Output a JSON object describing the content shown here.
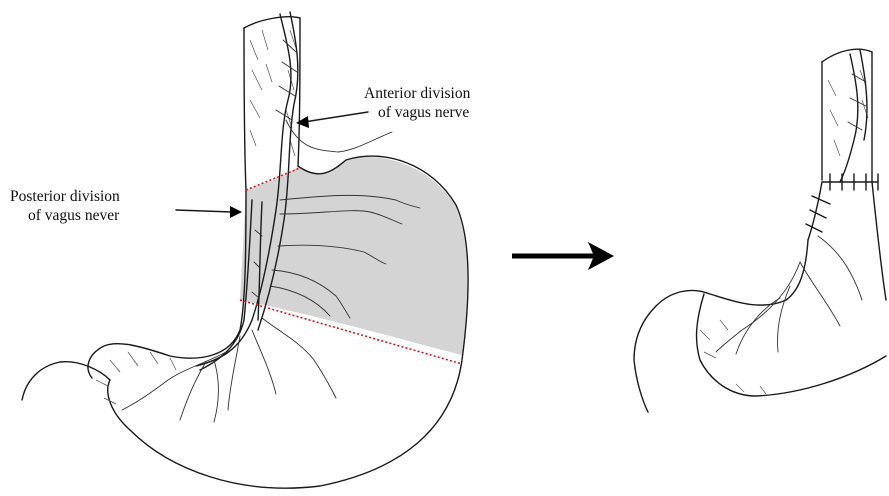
{
  "labels": {
    "anterior_line1": "Anterior division",
    "anterior_line2": "of vagus nerve",
    "posterior_line1": "Posterior division",
    "posterior_line2": "of vagus never"
  },
  "colors": {
    "resected_region": "#d4d4d4",
    "cut_line": "#e01818",
    "ink": "#1a1a1a"
  },
  "icons": {
    "transition_arrow": "right-arrow-icon"
  }
}
